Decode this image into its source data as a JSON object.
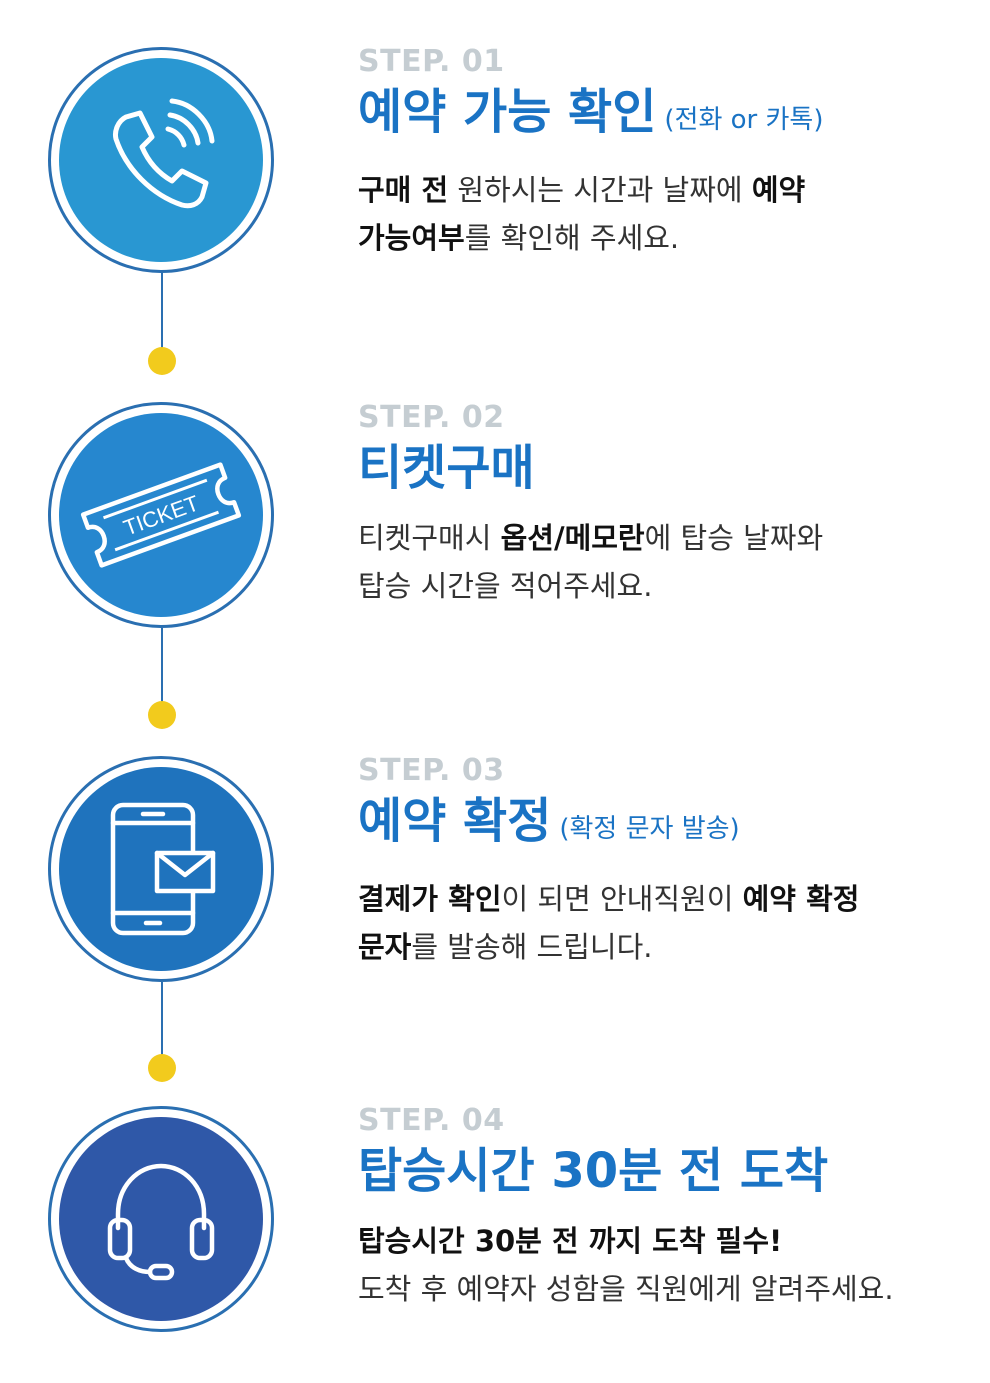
{
  "colors": {
    "accent": "#1a73c4",
    "ring": "#2a6fb1",
    "dot": "#f2cb1d",
    "step_label": "#c5cdd2",
    "step1_fill": "#2997d2",
    "step2_fill": "#2687cf",
    "step3_fill": "#1f73bd",
    "step4_fill": "#2f58a8"
  },
  "steps": [
    {
      "label": "STEP. 01",
      "title": "예약 가능 확인",
      "subtitle": "(전화 or 카톡)",
      "icon": "phone-icon",
      "desc_line1_bold_a": "구매 전",
      "desc_line1_normal": " 원하시는 시간과 날짜에 ",
      "desc_line1_bold_b": "예약",
      "desc_line2_bold": "가능여부",
      "desc_line2_normal": "를 확인해 주세요."
    },
    {
      "label": "STEP. 02",
      "title": "티켓구매",
      "icon": "ticket-icon",
      "icon_text": "TICKET",
      "desc_line1_normal_a": "티켓구매시 ",
      "desc_line1_bold": "옵션/메모란",
      "desc_line1_normal_b": "에 탑승 날짜와",
      "desc_line2_normal": "탑승 시간을 적어주세요."
    },
    {
      "label": "STEP. 03",
      "title": "예약 확정",
      "subtitle": "(확정 문자 발송)",
      "icon": "mobile-message-icon",
      "desc_line1_bold_a": "결제가 확인",
      "desc_line1_normal": "이 되면 안내직원이 ",
      "desc_line1_bold_b": "예약 확정",
      "desc_line2_bold": "문자",
      "desc_line2_normal": "를 발송해 드립니다."
    },
    {
      "label": "STEP. 04",
      "title": "탑승시간 30분 전 도착",
      "icon": "headset-icon",
      "desc_line1_bold": "탑승시간 30분 전 까지 도착 필수!",
      "desc_line2_normal": "도착 후 예약자 성함을 직원에게 알려주세요."
    }
  ]
}
